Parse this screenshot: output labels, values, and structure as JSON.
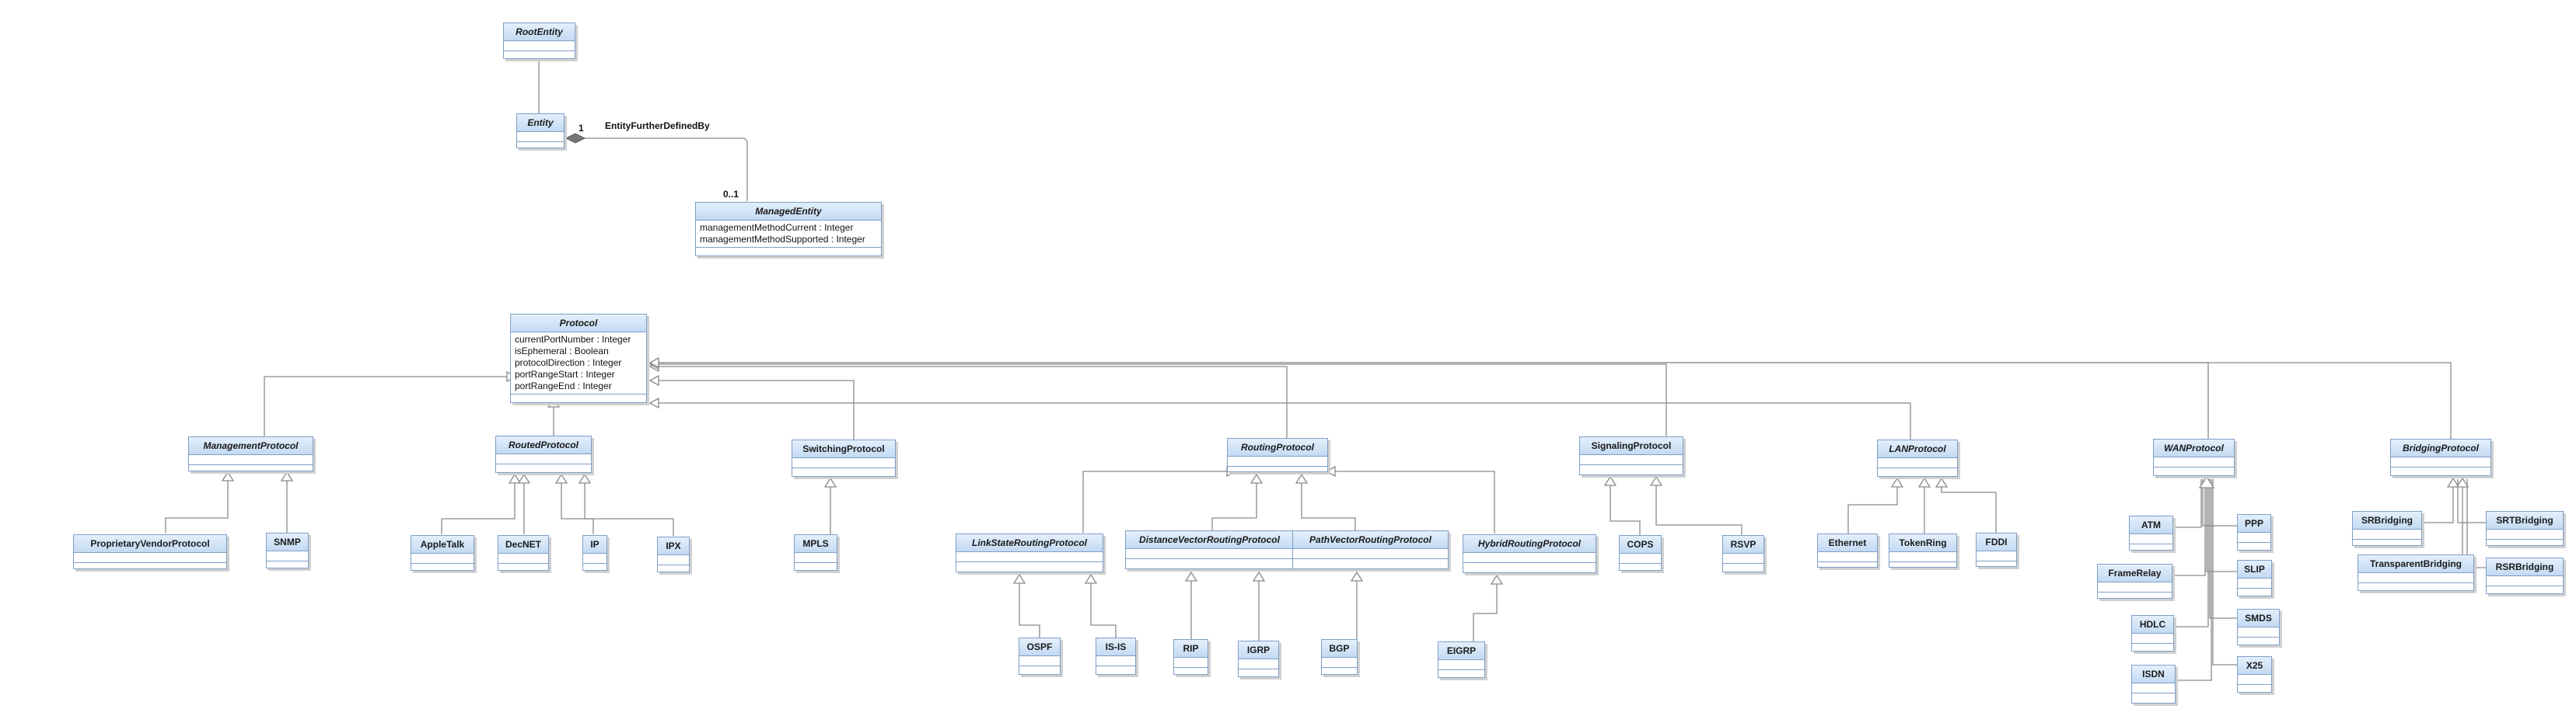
{
  "classes": {
    "root_entity": {
      "name": "RootEntity"
    },
    "entity": {
      "name": "Entity"
    },
    "managed_entity": {
      "name": "ManagedEntity",
      "attributes": [
        "managementMethodCurrent : Integer",
        "managementMethodSupported : Integer"
      ]
    },
    "protocol": {
      "name": "Protocol",
      "attributes": [
        "currentPortNumber : Integer",
        "isEphemeral : Boolean",
        "protocolDirection : Integer",
        "portRangeStart : Integer",
        "portRangeEnd : Integer"
      ]
    },
    "management_protocol": {
      "name": "ManagementProtocol"
    },
    "routed_protocol": {
      "name": "RoutedProtocol"
    },
    "switching_protocol": {
      "name": "SwitchingProtocol"
    },
    "routing_protocol": {
      "name": "RoutingProtocol"
    },
    "signaling_protocol": {
      "name": "SignalingProtocol"
    },
    "lan_protocol": {
      "name": "LANProtocol"
    },
    "wan_protocol": {
      "name": "WANProtocol"
    },
    "bridging_protocol": {
      "name": "BridgingProtocol"
    },
    "proprietary_vendor_protocol": {
      "name": "ProprietaryVendorProtocol"
    },
    "snmp": {
      "name": "SNMP"
    },
    "appletalk": {
      "name": "AppleTalk"
    },
    "decnet": {
      "name": "DecNET"
    },
    "ip": {
      "name": "IP"
    },
    "ipx": {
      "name": "IPX"
    },
    "mpls": {
      "name": "MPLS"
    },
    "link_state_routing_protocol": {
      "name": "LinkStateRoutingProtocol"
    },
    "distance_vector_routing_protocol": {
      "name": "DistanceVectorRoutingProtocol"
    },
    "path_vector_routing_protocol": {
      "name": "PathVectorRoutingProtocol"
    },
    "hybrid_routing_protocol": {
      "name": "HybridRoutingProtocol"
    },
    "ospf": {
      "name": "OSPF"
    },
    "is_is": {
      "name": "IS-IS"
    },
    "rip": {
      "name": "RIP"
    },
    "igrp": {
      "name": "IGRP"
    },
    "bgp": {
      "name": "BGP"
    },
    "eigrp": {
      "name": "EIGRP"
    },
    "cops": {
      "name": "COPS"
    },
    "rsvp": {
      "name": "RSVP"
    },
    "ethernet": {
      "name": "Ethernet"
    },
    "tokenring": {
      "name": "TokenRing"
    },
    "fddi": {
      "name": "FDDI"
    },
    "atm": {
      "name": "ATM"
    },
    "ppp": {
      "name": "PPP"
    },
    "framerelay": {
      "name": "FrameRelay"
    },
    "slip": {
      "name": "SLIP"
    },
    "hdlc": {
      "name": "HDLC"
    },
    "smds": {
      "name": "SMDS"
    },
    "isdn": {
      "name": "ISDN"
    },
    "x25": {
      "name": "X25"
    },
    "srbridging": {
      "name": "SRBridging"
    },
    "srtbridging": {
      "name": "SRTBridging"
    },
    "transparentbridging": {
      "name": "TransparentBridging"
    },
    "rsrbridging": {
      "name": "RSRBridging"
    }
  },
  "association": {
    "name": "EntityFurtherDefinedBy",
    "source_multiplicity": "1",
    "target_multiplicity": "0..1"
  }
}
